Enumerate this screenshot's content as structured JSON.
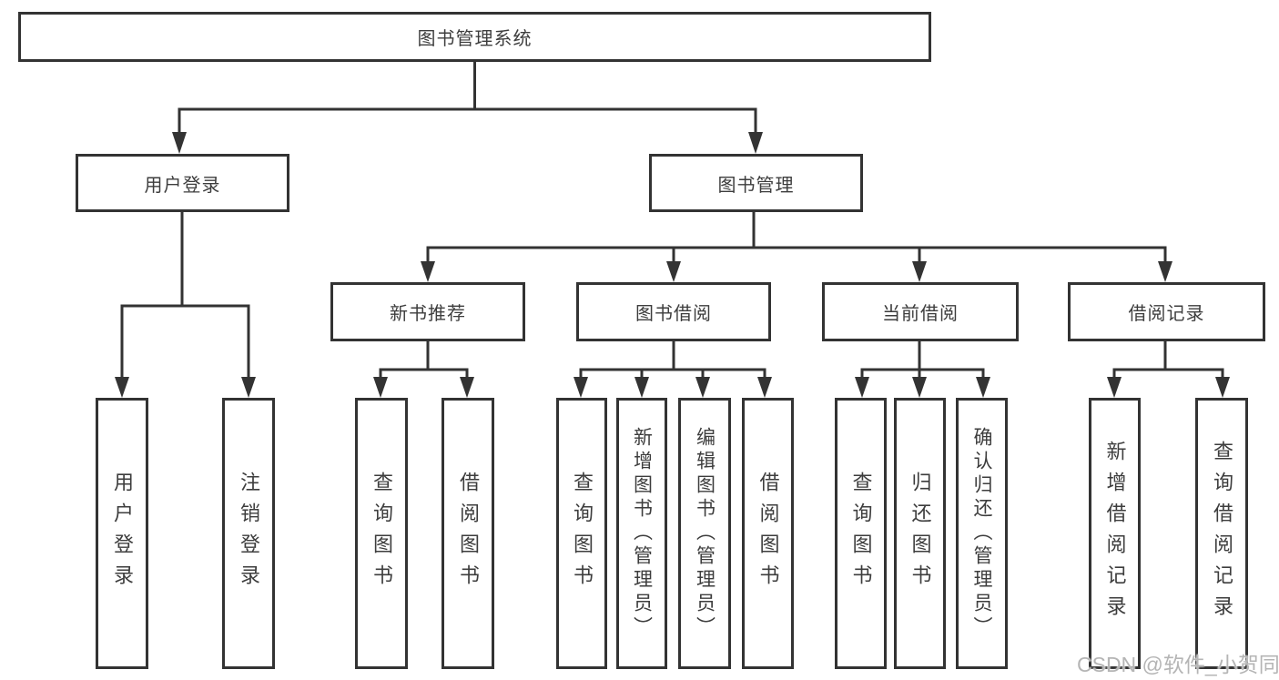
{
  "diagram": {
    "title": "图书管理系统",
    "level2": [
      {
        "label": "用户登录"
      },
      {
        "label": "图书管理"
      }
    ],
    "level3": [
      {
        "label": "新书推荐"
      },
      {
        "label": "图书借阅"
      },
      {
        "label": "当前借阅"
      },
      {
        "label": "借阅记录"
      }
    ],
    "leaves": {
      "user": [
        {
          "label": "用户登录"
        },
        {
          "label": "注销登录"
        }
      ],
      "newbook": [
        {
          "label": "查询图书"
        },
        {
          "label": "借阅图书"
        }
      ],
      "borrow": [
        {
          "label": "查询图书"
        },
        {
          "label": "新增图书（管理员）"
        },
        {
          "label": "编辑图书（管理员）"
        },
        {
          "label": "借阅图书"
        }
      ],
      "current": [
        {
          "label": "查询图书"
        },
        {
          "label": "归还图书"
        },
        {
          "label": "确认归还（管理员）"
        }
      ],
      "records": [
        {
          "label": "新增借阅记录"
        },
        {
          "label": "查询借阅记录"
        }
      ]
    },
    "watermark": "CSDN @软件_小贺同学",
    "colors": {
      "line": "#333333",
      "text": "#3d3d3d",
      "watermark": "#b5b5b5",
      "background": "#ffffff"
    }
  }
}
